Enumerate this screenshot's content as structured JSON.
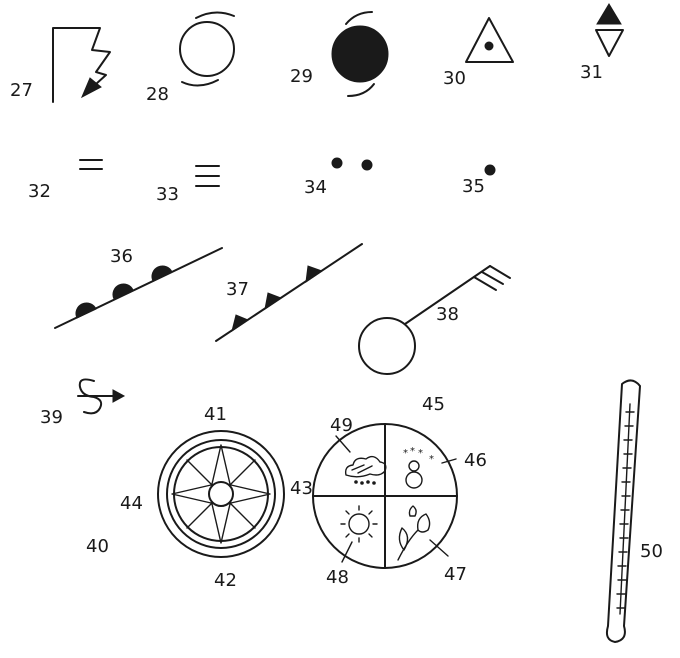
{
  "labels": {
    "n27": "27",
    "n28": "28",
    "n29": "29",
    "n30": "30",
    "n31": "31",
    "n32": "32",
    "n33": "33",
    "n34": "34",
    "n35": "35",
    "n36": "36",
    "n37": "37",
    "n38": "38",
    "n39": "39",
    "n40": "40",
    "n41": "41",
    "n42": "42",
    "n43": "43",
    "n44": "44",
    "n45": "45",
    "n46": "46",
    "n47": "47",
    "n48": "48",
    "n49": "49",
    "n50": "50"
  },
  "icons": [
    "lightning-flag-icon",
    "hurricane-open-icon",
    "hurricane-filled-icon",
    "triangle-dot-icon",
    "hail-triangles-icon",
    "double-bar-icon",
    "triple-bar-icon",
    "two-dots-icon",
    "single-dot-icon",
    "warm-front-icon",
    "cold-front-icon",
    "wind-barb-icon",
    "smoke-arrow-icon",
    "compass-rose-icon",
    "seasons-wheel-icon",
    "thermometer-icon"
  ]
}
